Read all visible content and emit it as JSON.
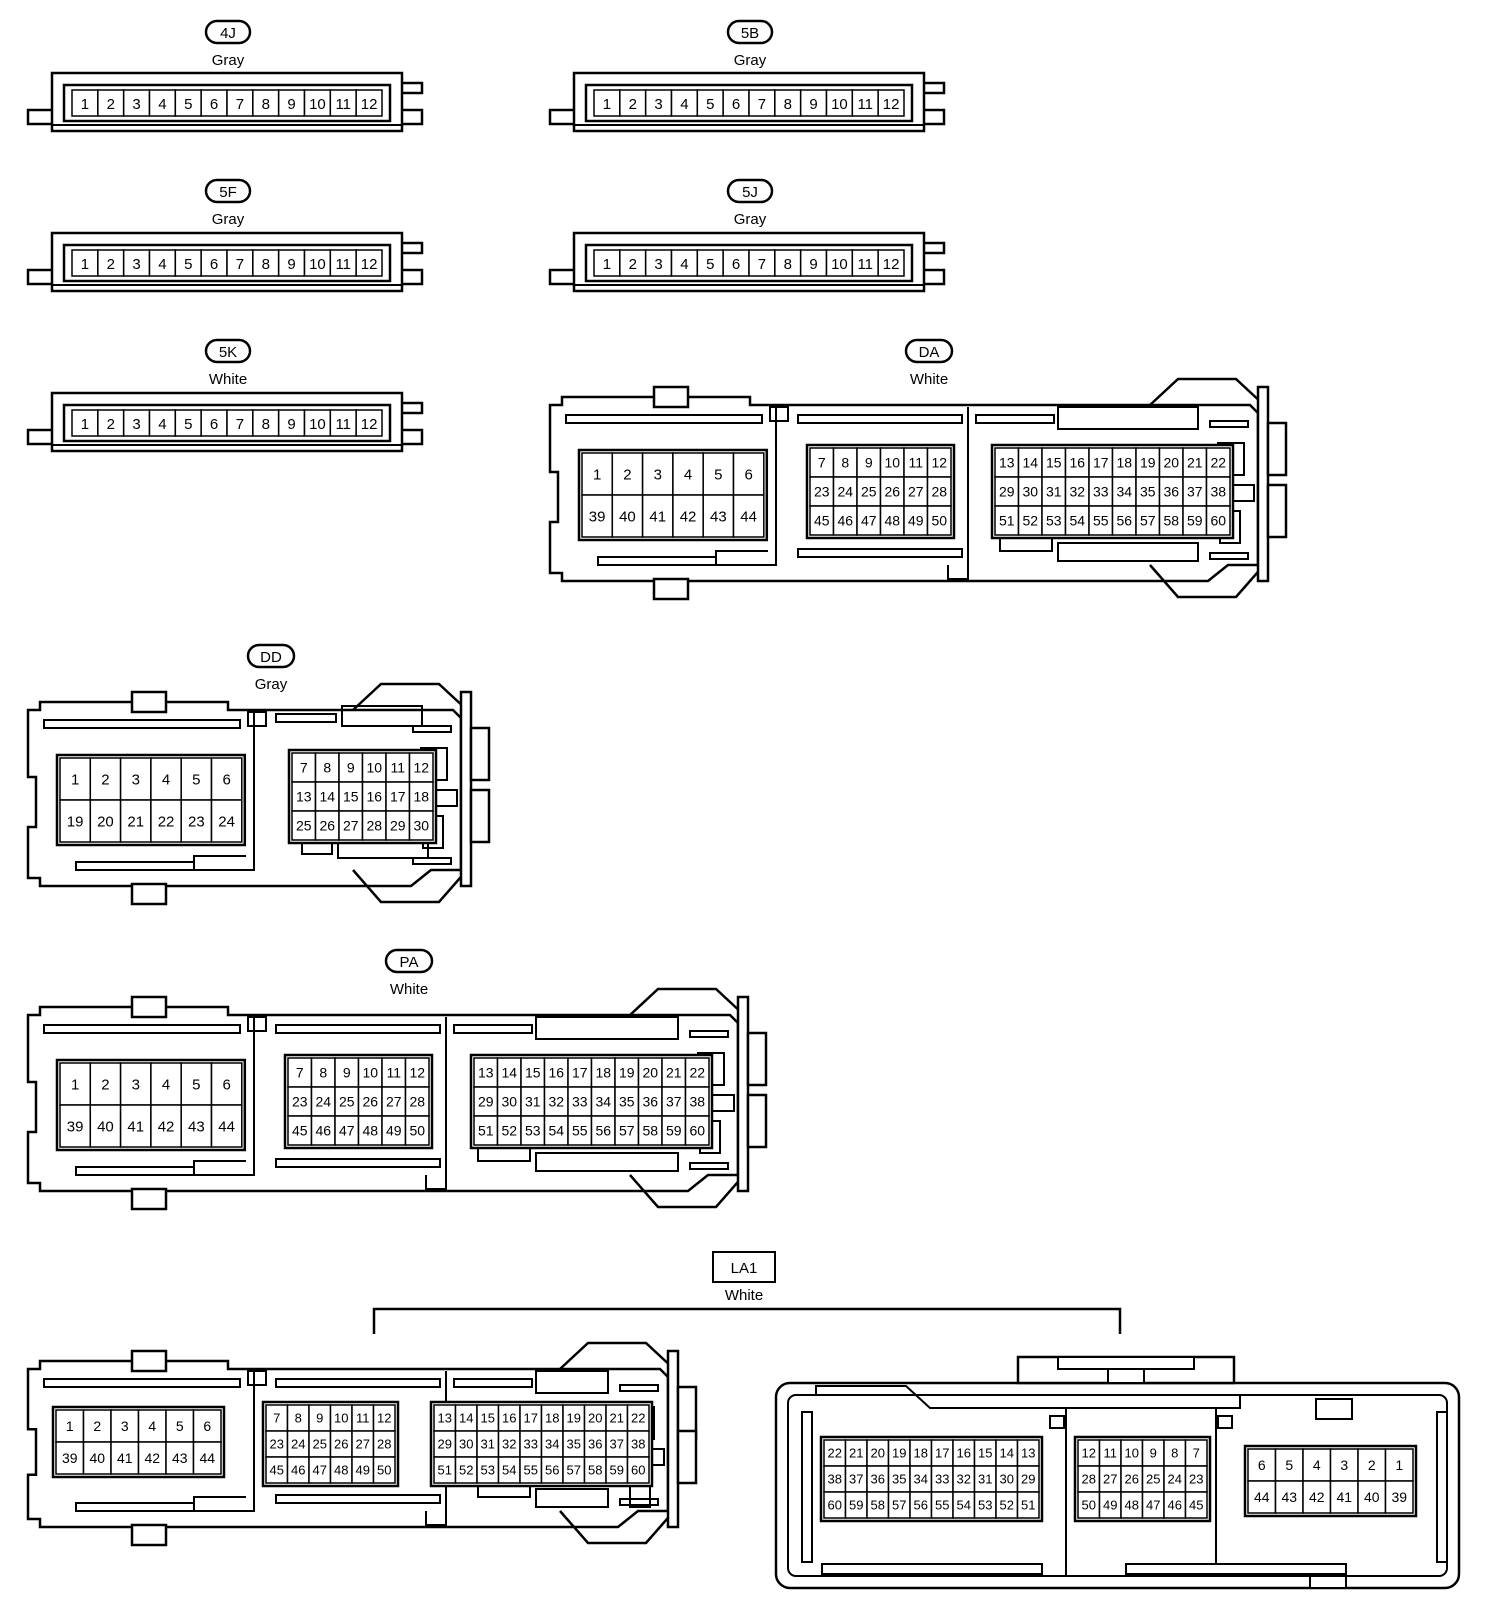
{
  "connectors": [
    {
      "id": "4J",
      "color": "Gray",
      "style": "oval",
      "pins": [
        "1",
        "2",
        "3",
        "4",
        "5",
        "6",
        "7",
        "8",
        "9",
        "10",
        "11",
        "12"
      ]
    },
    {
      "id": "5B",
      "color": "Gray",
      "style": "oval",
      "pins": [
        "1",
        "2",
        "3",
        "4",
        "5",
        "6",
        "7",
        "8",
        "9",
        "10",
        "11",
        "12"
      ]
    },
    {
      "id": "5F",
      "color": "Gray",
      "style": "oval",
      "pins": [
        "1",
        "2",
        "3",
        "4",
        "5",
        "6",
        "7",
        "8",
        "9",
        "10",
        "11",
        "12"
      ]
    },
    {
      "id": "5J",
      "color": "Gray",
      "style": "oval",
      "pins": [
        "1",
        "2",
        "3",
        "4",
        "5",
        "6",
        "7",
        "8",
        "9",
        "10",
        "11",
        "12"
      ]
    },
    {
      "id": "5K",
      "color": "White",
      "style": "oval",
      "pins": [
        "1",
        "2",
        "3",
        "4",
        "5",
        "6",
        "7",
        "8",
        "9",
        "10",
        "11",
        "12"
      ]
    },
    {
      "id": "DA",
      "color": "White",
      "style": "oval",
      "blocks": [
        [
          [
            "1",
            "2",
            "3",
            "4",
            "5",
            "6"
          ],
          [
            "39",
            "40",
            "41",
            "42",
            "43",
            "44"
          ]
        ],
        [
          [
            "7",
            "8",
            "9",
            "10",
            "11",
            "12"
          ],
          [
            "23",
            "24",
            "25",
            "26",
            "27",
            "28"
          ],
          [
            "45",
            "46",
            "47",
            "48",
            "49",
            "50"
          ]
        ],
        [
          [
            "13",
            "14",
            "15",
            "16",
            "17",
            "18",
            "19",
            "20",
            "21",
            "22"
          ],
          [
            "29",
            "30",
            "31",
            "32",
            "33",
            "34",
            "35",
            "36",
            "37",
            "38"
          ],
          [
            "51",
            "52",
            "53",
            "54",
            "55",
            "56",
            "57",
            "58",
            "59",
            "60"
          ]
        ]
      ]
    },
    {
      "id": "DD",
      "color": "Gray",
      "style": "oval",
      "blocks": [
        [
          [
            "1",
            "2",
            "3",
            "4",
            "5",
            "6"
          ],
          [
            "19",
            "20",
            "21",
            "22",
            "23",
            "24"
          ]
        ],
        [
          [
            "7",
            "8",
            "9",
            "10",
            "11",
            "12"
          ],
          [
            "13",
            "14",
            "15",
            "16",
            "17",
            "18"
          ],
          [
            "25",
            "26",
            "27",
            "28",
            "29",
            "30"
          ]
        ]
      ]
    },
    {
      "id": "PA",
      "color": "White",
      "style": "oval",
      "blocks": [
        [
          [
            "1",
            "2",
            "3",
            "4",
            "5",
            "6"
          ],
          [
            "39",
            "40",
            "41",
            "42",
            "43",
            "44"
          ]
        ],
        [
          [
            "7",
            "8",
            "9",
            "10",
            "11",
            "12"
          ],
          [
            "23",
            "24",
            "25",
            "26",
            "27",
            "28"
          ],
          [
            "45",
            "46",
            "47",
            "48",
            "49",
            "50"
          ]
        ],
        [
          [
            "13",
            "14",
            "15",
            "16",
            "17",
            "18",
            "19",
            "20",
            "21",
            "22"
          ],
          [
            "29",
            "30",
            "31",
            "32",
            "33",
            "34",
            "35",
            "36",
            "37",
            "38"
          ],
          [
            "51",
            "52",
            "53",
            "54",
            "55",
            "56",
            "57",
            "58",
            "59",
            "60"
          ]
        ]
      ]
    },
    {
      "id": "LA1",
      "color": "White",
      "style": "box",
      "blocks": [
        [
          [
            "1",
            "2",
            "3",
            "4",
            "5",
            "6"
          ],
          [
            "39",
            "40",
            "41",
            "42",
            "43",
            "44"
          ]
        ],
        [
          [
            "7",
            "8",
            "9",
            "10",
            "11",
            "12"
          ],
          [
            "23",
            "24",
            "25",
            "26",
            "27",
            "28"
          ],
          [
            "45",
            "46",
            "47",
            "48",
            "49",
            "50"
          ]
        ],
        [
          [
            "13",
            "14",
            "15",
            "16",
            "17",
            "18",
            "19",
            "20",
            "21",
            "22"
          ],
          [
            "29",
            "30",
            "31",
            "32",
            "33",
            "34",
            "35",
            "36",
            "37",
            "38"
          ],
          [
            "51",
            "52",
            "53",
            "54",
            "55",
            "56",
            "57",
            "58",
            "59",
            "60"
          ]
        ]
      ],
      "mirror_blocks": [
        [
          [
            "22",
            "21",
            "20",
            "19",
            "18",
            "17",
            "16",
            "15",
            "14",
            "13"
          ],
          [
            "38",
            "37",
            "36",
            "35",
            "34",
            "33",
            "32",
            "31",
            "30",
            "29"
          ],
          [
            "60",
            "59",
            "58",
            "57",
            "56",
            "55",
            "54",
            "53",
            "52",
            "51"
          ]
        ],
        [
          [
            "12",
            "11",
            "10",
            "9",
            "8",
            "7"
          ],
          [
            "28",
            "27",
            "26",
            "25",
            "24",
            "23"
          ],
          [
            "50",
            "49",
            "48",
            "47",
            "46",
            "45"
          ]
        ],
        [
          [
            "6",
            "5",
            "4",
            "3",
            "2",
            "1"
          ],
          [
            "44",
            "43",
            "42",
            "41",
            "40",
            "39"
          ]
        ]
      ]
    }
  ],
  "colors": {
    "line": "#000000",
    "background": "#ffffff"
  }
}
